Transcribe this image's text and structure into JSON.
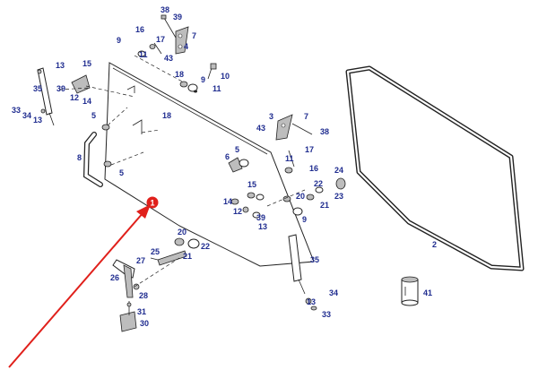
{
  "diagram": {
    "callout": {
      "label": "1",
      "color": "#e0201b"
    },
    "label_color": "#1f2c8f",
    "part_labels": [
      "38",
      "39",
      "16",
      "9",
      "17",
      "7",
      "11",
      "4",
      "43",
      "13",
      "15",
      "18",
      "10",
      "39",
      "12",
      "35",
      "14",
      "13",
      "33",
      "34",
      "9",
      "11",
      "18",
      "5",
      "8",
      "5",
      "3",
      "7",
      "38",
      "43",
      "17",
      "6",
      "5",
      "11",
      "16",
      "24",
      "15",
      "22",
      "23",
      "14",
      "20",
      "12",
      "9",
      "39",
      "13",
      "21",
      "20",
      "22",
      "25",
      "27",
      "21",
      "26",
      "28",
      "35",
      "31",
      "30",
      "34",
      "13",
      "33",
      "2",
      "41"
    ]
  }
}
